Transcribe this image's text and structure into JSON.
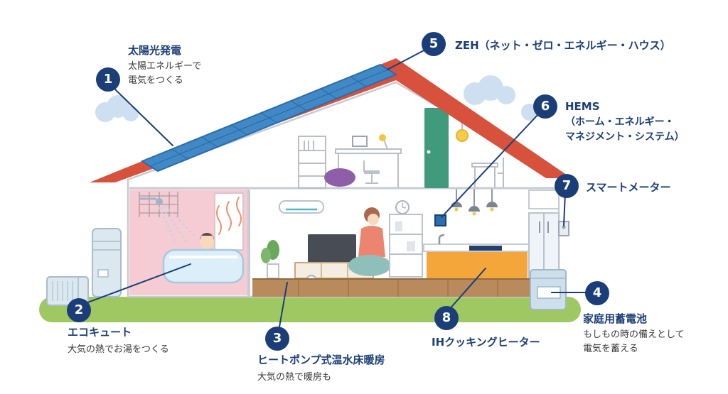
{
  "colors": {
    "accent": "#1b3e78",
    "roof": "#d8513c",
    "solar_panel": "#4189c6",
    "grass": "#9fc862",
    "kitchen_island": "#f5a63b"
  },
  "callouts": [
    {
      "number": "1",
      "label": "太陽光発電",
      "desc": "太陽エネルギーで\n電気をつくる"
    },
    {
      "number": "2",
      "label": "エコキュート",
      "desc": "大気の熱でお湯をつくる"
    },
    {
      "number": "3",
      "label": "ヒートポンプ式温水床暖房",
      "desc": "大気の熱で暖房も"
    },
    {
      "number": "4",
      "label": "家庭用蓄電池",
      "desc": "もしもの時の備えとして\n電気を蓄える"
    },
    {
      "number": "5",
      "label": "ZEH（ネット・ゼロ・エネルギー・ハウス）",
      "desc": ""
    },
    {
      "number": "6",
      "label": "HEMS",
      "desc": "（ホーム・エネルギー・\nマネジメント・システム）"
    },
    {
      "number": "7",
      "label": "スマートメーター",
      "desc": ""
    },
    {
      "number": "8",
      "label": "IHクッキングヒーター",
      "desc": ""
    }
  ]
}
